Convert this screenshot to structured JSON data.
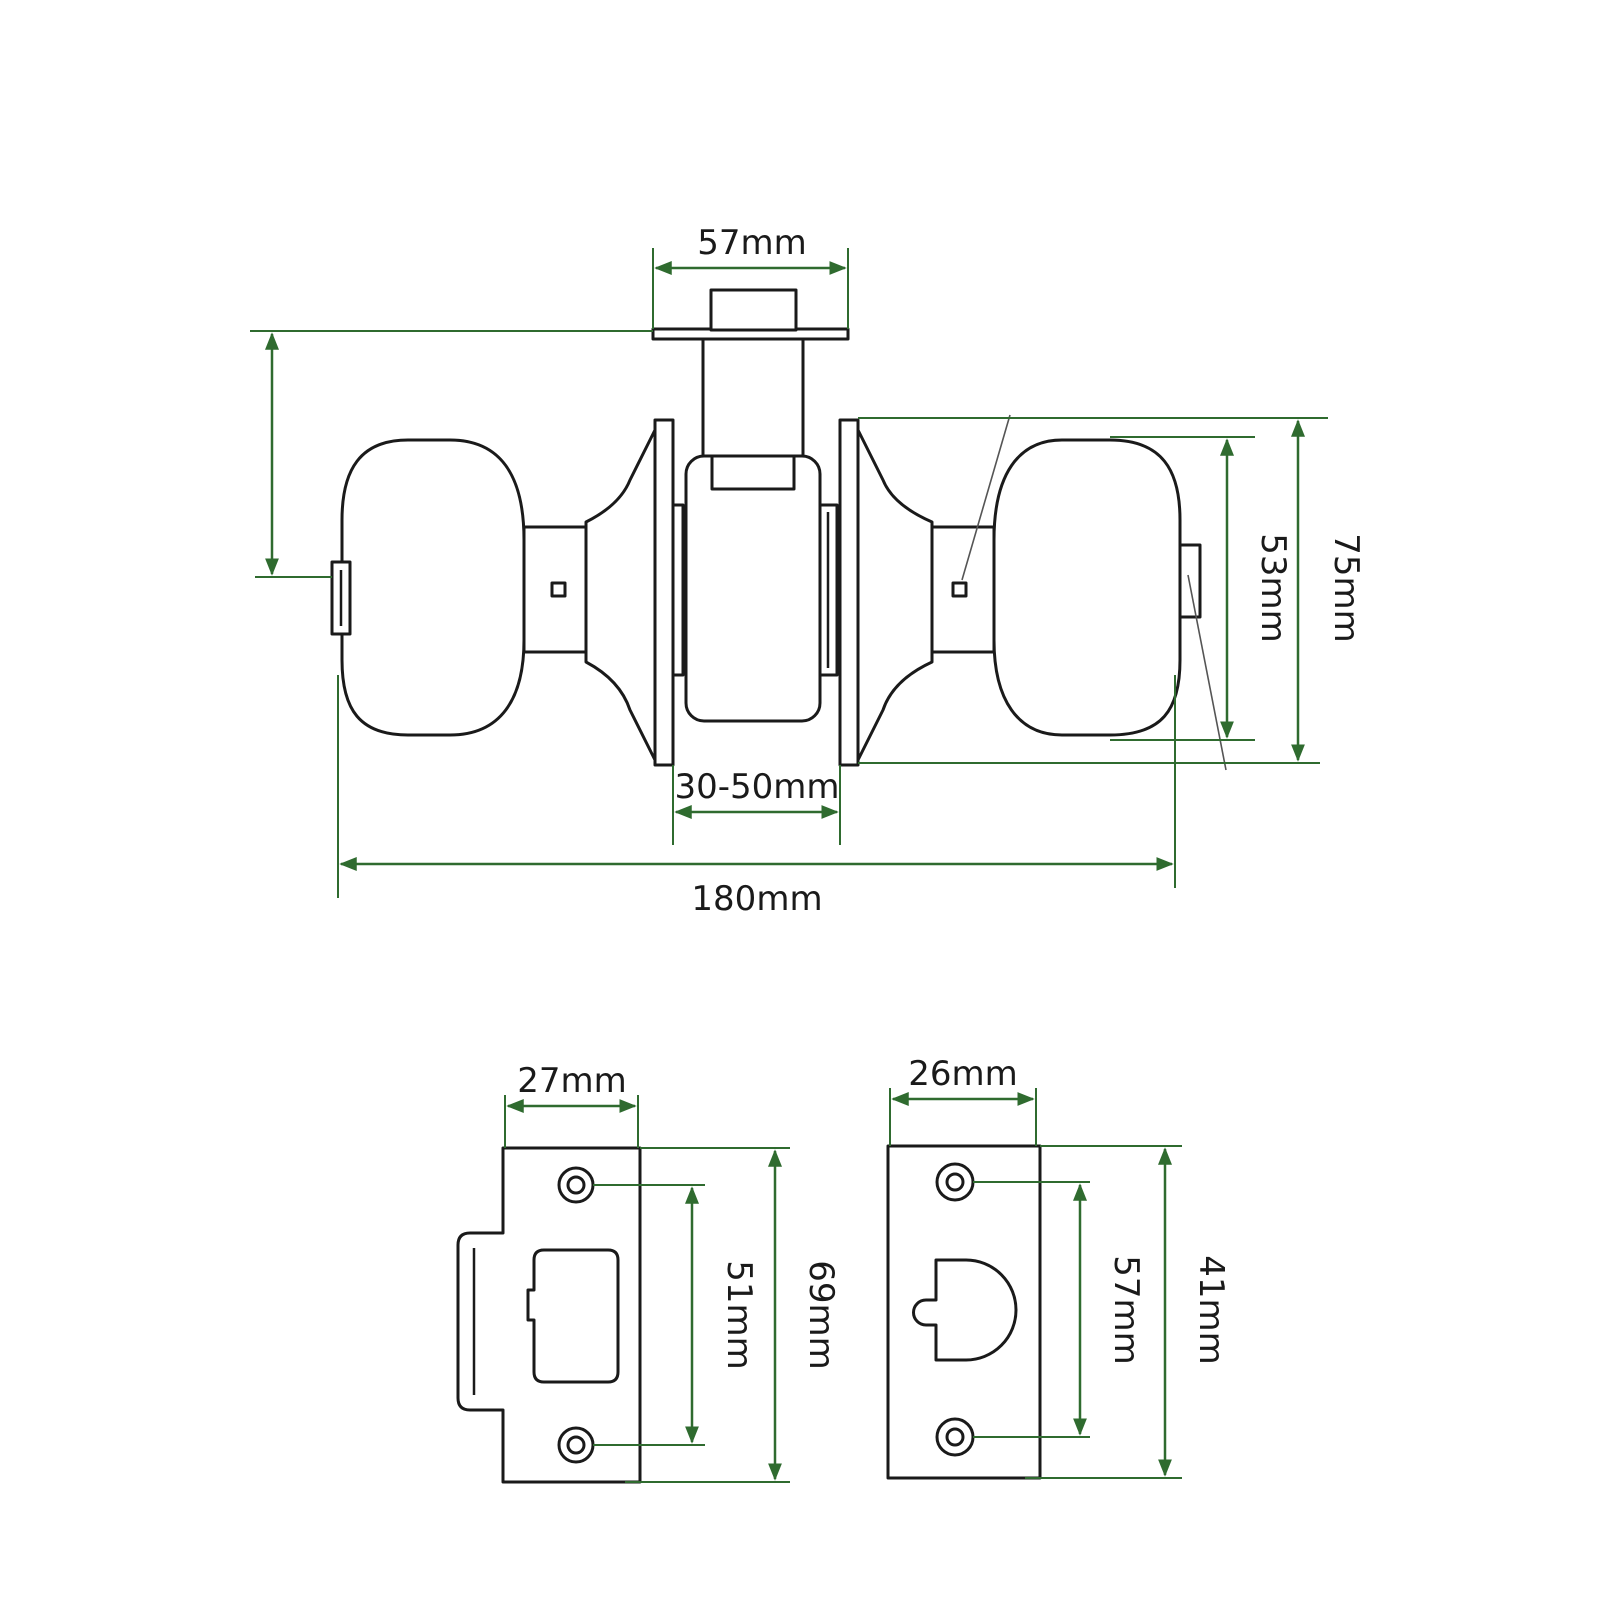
{
  "colors": {
    "dimension_line": "#2f6b2f",
    "outline": "#1a1a1a",
    "background": "#ffffff"
  },
  "lockset": {
    "dim_backset": "57mm",
    "dim_door_thickness": "30-50mm",
    "dim_total_length": "180mm",
    "dim_knob_diameter": "53mm",
    "dim_rose_diameter": "75mm"
  },
  "latch_faceplate": {
    "dim_width": "27mm",
    "dim_hole_spacing": "51mm",
    "dim_height": "69mm"
  },
  "strike_plate": {
    "dim_width": "26mm",
    "dim_hole_spacing": "57mm",
    "dim_height": "41mm"
  }
}
